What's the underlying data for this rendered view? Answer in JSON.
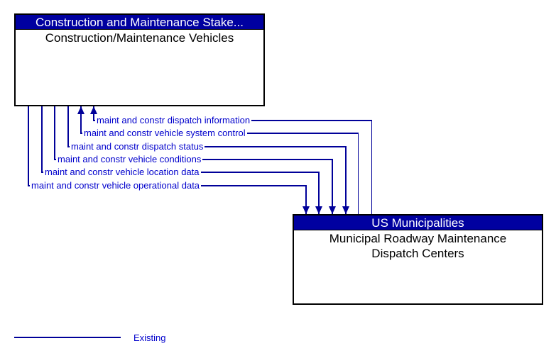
{
  "colors": {
    "header_bg": "#0000A0",
    "header_text": "#FFFFFF",
    "flow_line": "#000099",
    "flow_text": "#0000CC",
    "box_border": "#000000",
    "body_text": "#000000",
    "page_bg": "#FFFFFF"
  },
  "source_box": {
    "header": "Construction and Maintenance Stake...",
    "body": "Construction/Maintenance Vehicles"
  },
  "dest_box": {
    "header": "US Municipalities",
    "body": "Municipal Roadway Maintenance Dispatch Centers"
  },
  "flows": [
    {
      "label": "maint and constr dispatch information",
      "arrow": "into-construction-maintenance-vehicles"
    },
    {
      "label": "maint and constr vehicle system control",
      "arrow": "into-construction-maintenance-vehicles"
    },
    {
      "label": "maint and constr dispatch status",
      "arrow": "into-municipal-dispatch-centers"
    },
    {
      "label": "maint and constr vehicle conditions",
      "arrow": "into-municipal-dispatch-centers"
    },
    {
      "label": "maint and constr vehicle location data",
      "arrow": "into-municipal-dispatch-centers"
    },
    {
      "label": "maint and constr vehicle operational data",
      "arrow": "into-municipal-dispatch-centers"
    }
  ],
  "legend": {
    "label": "Existing"
  }
}
